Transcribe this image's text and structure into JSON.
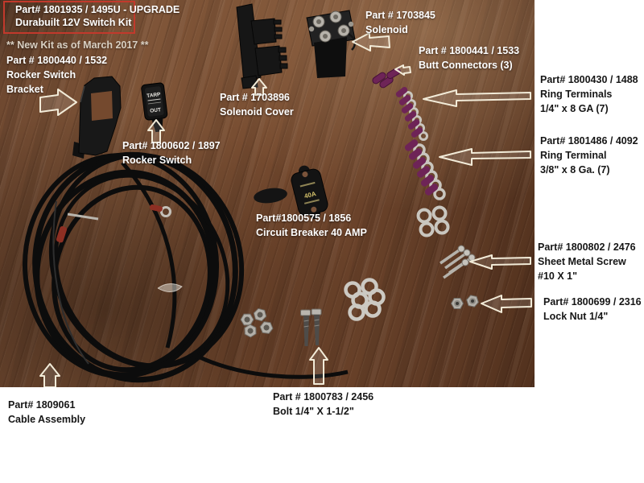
{
  "colors": {
    "table_wood": "#74492e",
    "highlight_box_red": "#c2392c",
    "arrow_outline": "#f2ebd8",
    "label_white": "#ffffff",
    "label_black": "#161616",
    "connector_purple": "#6e2457",
    "metal_silver": "#c9c6bf"
  },
  "title_box": {
    "line1": "Part# 1801935 / 1495U - UPGRADE",
    "line2": "Durabuilt 12V Switch Kit"
  },
  "note": "** New Kit as of March 2017 **",
  "labels": {
    "rocker_switch_bracket": {
      "part": "Part # 1800440 / 1532",
      "name_line1": "Rocker Switch",
      "name_line2": "Bracket"
    },
    "rocker_switch": {
      "part": "Part# 1800602 / 1897",
      "name_line1": "Rocker Switch"
    },
    "solenoid_cover": {
      "part": "Part # 1703896",
      "name_line1": "Solenoid Cover"
    },
    "solenoid": {
      "part": "Part # 1703845",
      "name_line1": "Solenoid"
    },
    "butt_connectors": {
      "part": "Part # 1800441 / 1533",
      "name_line1": "Butt Connectors (3)"
    },
    "ring_terminals_quarter_inch": {
      "part": "Part# 1800430 / 1488",
      "name_line1": "Ring Terminals",
      "name_line2": "1/4\" x 8 GA (7)"
    },
    "ring_terminal_three_eighths": {
      "part": "Part# 1801486 / 4092",
      "name_line1": "Ring Terminal",
      "name_line2": "3/8\" x 8 Ga. (7)"
    },
    "circuit_breaker": {
      "part": "Part#1800575 / 1856",
      "name_line1": "Circuit Breaker 40 AMP"
    },
    "sheet_metal_screw": {
      "part": "Part# 1800802 / 2476",
      "name_line1": "Sheet Metal Screw",
      "name_line2": "#10 X 1\""
    },
    "lock_nut": {
      "part": "Part# 1800699 / 2316",
      "name_line1": "Lock Nut 1/4\""
    },
    "bolt": {
      "part": "Part # 1800783 / 2456",
      "name_line1": "Bolt 1/4\" X 1-1/2\""
    },
    "cable_assembly": {
      "part": "Part# 1809061",
      "name_line1": "Cable Assembly"
    }
  },
  "part_markings": {
    "rocker_switch_line1": "TARP",
    "rocker_switch_line2": "OUT",
    "circuit_breaker_rating": "40A"
  }
}
